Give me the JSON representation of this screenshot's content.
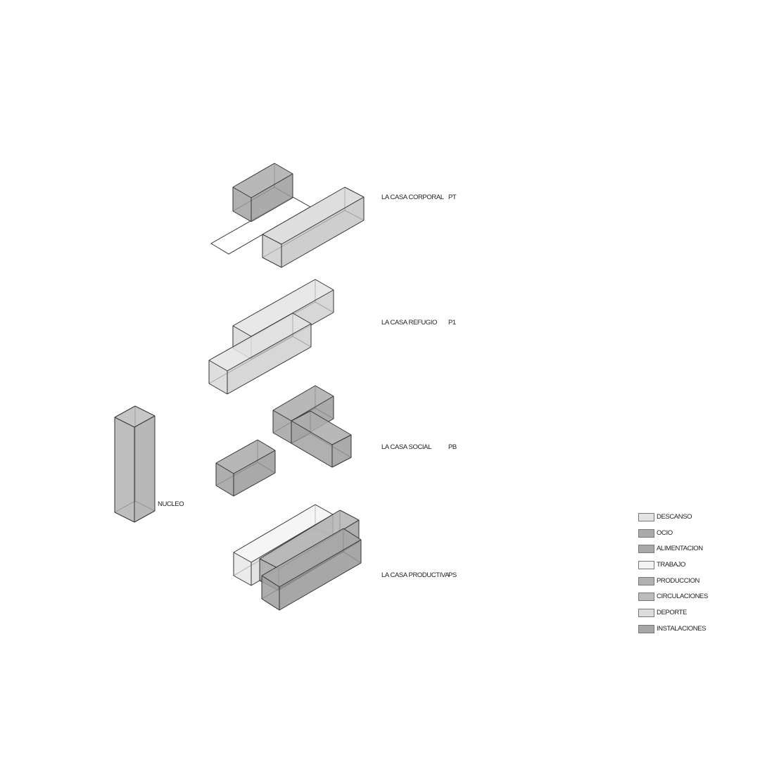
{
  "levels": [
    {
      "name": "LA CASA CORPORAL",
      "code": "PT"
    },
    {
      "name": "LA CASA REFUGIO",
      "code": "P1"
    },
    {
      "name": "LA CASA SOCIAL",
      "code": "PB"
    },
    {
      "name": "LA CASA PRODUCTIVA",
      "code": "PS"
    }
  ],
  "core_label": "NUCLEO",
  "legend": [
    {
      "label": "DESCANSO",
      "color": "#e4e4e4"
    },
    {
      "label": "OCIO",
      "color": "#ababab"
    },
    {
      "label": "ALIMENTACION",
      "color": "#a9a9a9"
    },
    {
      "label": "TRABAJO",
      "color": "#f3f3f3"
    },
    {
      "label": "PRODUCCION",
      "color": "#b1b1b1"
    },
    {
      "label": "CIRCULACIONES",
      "color": "#bcbcbc"
    },
    {
      "label": "DEPORTE",
      "color": "#dcdcdc"
    },
    {
      "label": "INSTALACIONES",
      "color": "#a7a7a7"
    }
  ]
}
